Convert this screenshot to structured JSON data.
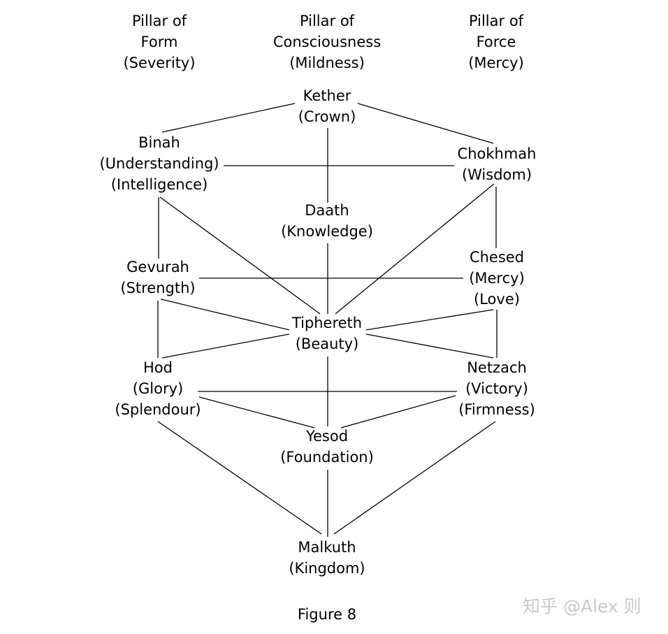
{
  "pillars": [
    {
      "id": "form",
      "lines": [
        "Pillar of",
        "Form",
        "(Severity)"
      ]
    },
    {
      "id": "consciousness",
      "lines": [
        "Pillar of",
        "Consciousness",
        "(Mildness)"
      ]
    },
    {
      "id": "force",
      "lines": [
        "Pillar of",
        "Force",
        "(Mercy)"
      ]
    }
  ],
  "nodes": [
    {
      "id": "kether",
      "lines": [
        "Kether",
        "(Crown)"
      ]
    },
    {
      "id": "binah",
      "lines": [
        "Binah",
        "(Understanding)",
        "(Intelligence)"
      ]
    },
    {
      "id": "chokhmah",
      "lines": [
        "Chokhmah",
        "(Wisdom)"
      ]
    },
    {
      "id": "daath",
      "lines": [
        "Daath",
        "(Knowledge)"
      ]
    },
    {
      "id": "gevurah",
      "lines": [
        "Gevurah",
        "(Strength)"
      ]
    },
    {
      "id": "chesed",
      "lines": [
        "Chesed",
        "(Mercy)",
        "(Love)"
      ]
    },
    {
      "id": "tiphereth",
      "lines": [
        "Tiphereth",
        "(Beauty)"
      ]
    },
    {
      "id": "hod",
      "lines": [
        "Hod",
        "(Glory)",
        "(Splendour)"
      ]
    },
    {
      "id": "netzach",
      "lines": [
        "Netzach",
        "(Victory)",
        "(Firmness)"
      ]
    },
    {
      "id": "yesod",
      "lines": [
        "Yesod",
        "(Foundation)"
      ]
    },
    {
      "id": "malkuth",
      "lines": [
        "Malkuth",
        "(Kingdom)"
      ]
    }
  ],
  "connections": [
    [
      "kether",
      "binah"
    ],
    [
      "kether",
      "chokhmah"
    ],
    [
      "kether",
      "daath"
    ],
    [
      "binah",
      "chokhmah"
    ],
    [
      "binah",
      "gevurah"
    ],
    [
      "binah",
      "tiphereth"
    ],
    [
      "chokhmah",
      "chesed"
    ],
    [
      "chokhmah",
      "tiphereth"
    ],
    [
      "daath",
      "tiphereth"
    ],
    [
      "gevurah",
      "chesed"
    ],
    [
      "gevurah",
      "tiphereth"
    ],
    [
      "gevurah",
      "hod"
    ],
    [
      "chesed",
      "tiphereth"
    ],
    [
      "chesed",
      "netzach"
    ],
    [
      "tiphereth",
      "hod"
    ],
    [
      "tiphereth",
      "netzach"
    ],
    [
      "tiphereth",
      "yesod"
    ],
    [
      "hod",
      "netzach"
    ],
    [
      "hod",
      "yesod"
    ],
    [
      "hod",
      "malkuth"
    ],
    [
      "netzach",
      "yesod"
    ],
    [
      "netzach",
      "malkuth"
    ],
    [
      "yesod",
      "malkuth"
    ]
  ],
  "caption": "Figure 8",
  "watermark": "知乎 @Alex 则",
  "colors": {
    "line": "#000000",
    "text": "#000000",
    "watermark": "#c8c8c8"
  }
}
